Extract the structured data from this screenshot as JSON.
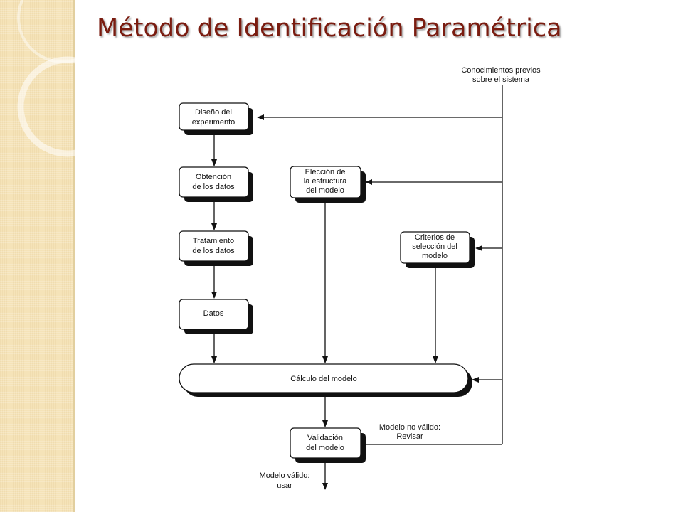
{
  "slide": {
    "title": "Método de Identificación Paramétrica"
  },
  "diagram": {
    "boxes": {
      "diseno": [
        "Diseño del",
        "experimento"
      ],
      "obtencion": [
        "Obtención",
        "de los datos"
      ],
      "tratamiento": [
        "Tratamiento",
        "de los datos"
      ],
      "datos": [
        "Datos"
      ],
      "eleccion": [
        "Elección de",
        "la estructura",
        "del modelo"
      ],
      "criterios": [
        "Criterios de",
        "selección del",
        "modelo"
      ],
      "calculo": [
        "Cálculo del modelo"
      ],
      "validacion": [
        "Validación",
        "del modelo"
      ]
    },
    "labels": {
      "conocimientos": [
        "Conocimientos previos",
        "sobre el sistema"
      ],
      "no_valido": [
        "Modelo no válido:",
        "Revisar"
      ],
      "valido": [
        "Modelo válido:",
        "usar"
      ]
    }
  },
  "colors": {
    "title": "#7a1c10",
    "sidebar": "#f5e3b8",
    "line": "#111111",
    "shadow": "#111111"
  }
}
